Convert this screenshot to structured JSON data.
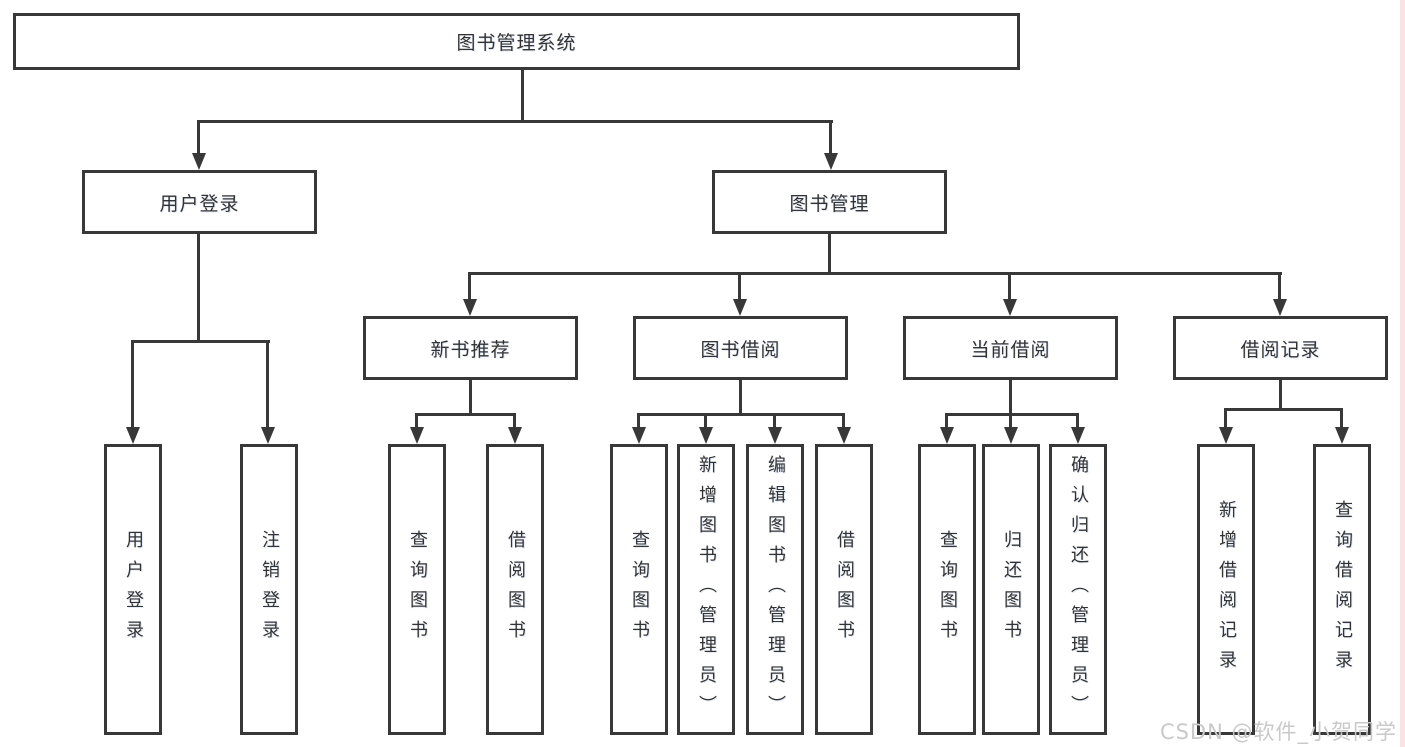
{
  "page": {
    "line_color": "#383838",
    "text_color": "#333333",
    "background": "#ffffff",
    "right_edge_strip_color": "#fae3e3"
  },
  "diagram": {
    "root": {
      "label": "图书管理系统"
    },
    "level2": {
      "user_login": {
        "label": "用户登录"
      },
      "book_mgmt": {
        "label": "图书管理"
      }
    },
    "level3": {
      "new_books": {
        "label": "新书推荐"
      },
      "book_borrow": {
        "label": "图书借阅"
      },
      "current_borrow": {
        "label": "当前借阅"
      },
      "borrow_records": {
        "label": "借阅记录"
      }
    },
    "leaves": {
      "user_login": [
        "用户登录",
        "注销登录"
      ],
      "new_books": [
        "查询图书",
        "借阅图书"
      ],
      "book_borrow": [
        "查询图书",
        "新增图书（管理员）",
        "编辑图书（管理员）",
        "借阅图书"
      ],
      "current_borrow": [
        "查询图书",
        "归还图书",
        "确认归还（管理员）"
      ],
      "borrow_records": [
        "新增借阅记录",
        "查询借阅记录"
      ]
    }
  },
  "watermark": {
    "text": "CSDN @软件_小贺同学",
    "color": "#c9c9c9"
  }
}
